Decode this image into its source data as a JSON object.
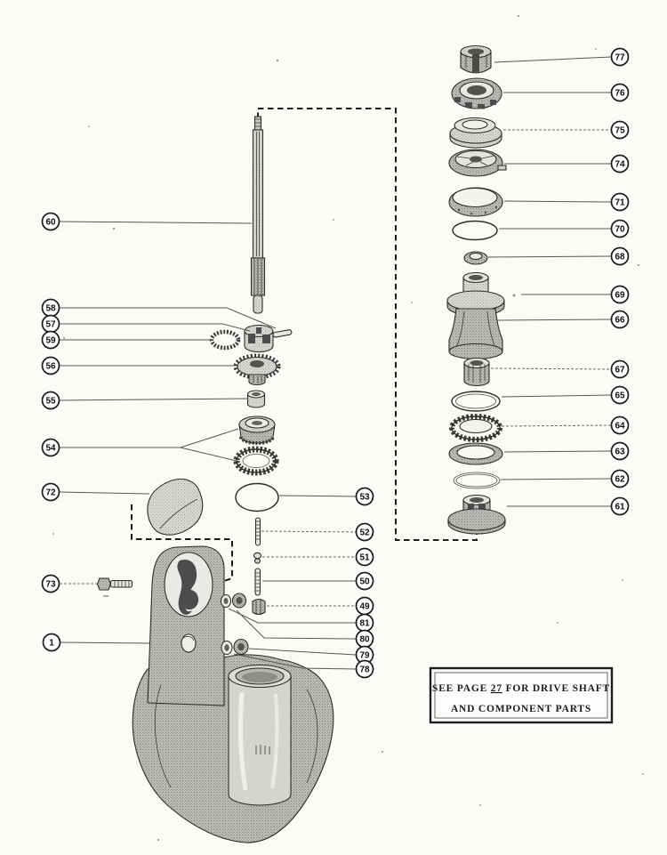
{
  "document": {
    "kind": "exploded-parts-diagram",
    "note_box": {
      "line1_prefix": "SEE PAGE ",
      "page_ref": "27",
      "line1_suffix": " FOR DRIVE SHAFT",
      "line2": "AND COMPONENT PARTS"
    }
  },
  "colors": {
    "paper": "#fbfbf8",
    "ink": "#1f1f1f"
  },
  "callouts": {
    "c1": "1",
    "c49": "49",
    "c50": "50",
    "c51": "51",
    "c52": "52",
    "c53": "53",
    "c54": "54",
    "c55": "55",
    "c56": "56",
    "c57": "57",
    "c58": "58",
    "c59": "59",
    "c60": "60",
    "c61": "61",
    "c62": "62",
    "c63": "63",
    "c64": "64",
    "c65": "65",
    "c66": "66",
    "c67": "67",
    "c68": "68",
    "c69": "69",
    "c70": "70",
    "c71": "71",
    "c72": "72",
    "c73": "73",
    "c74": "74",
    "c75": "75",
    "c76": "76",
    "c77": "77",
    "c78": "78",
    "c79": "79",
    "c80": "80",
    "c81": "81"
  }
}
